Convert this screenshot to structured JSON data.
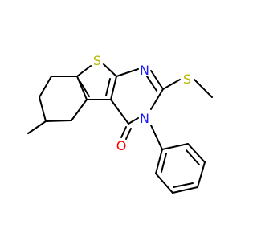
{
  "diagram": {
    "type": "chemical-structure",
    "atoms": [
      {
        "id": "s_thiophene",
        "label": "S",
        "color": "#b8b800"
      },
      {
        "id": "s_thioether",
        "label": "S",
        "color": "#b8b800"
      },
      {
        "id": "n_pyrimidine",
        "label": "N",
        "color": "#1a1aff"
      },
      {
        "id": "n_amide",
        "label": "N",
        "color": "#1a1aff"
      },
      {
        "id": "o_carbonyl",
        "label": "O",
        "color": "#ff0000"
      }
    ],
    "colors": {
      "bond": "#000000",
      "background": "#ffffff"
    }
  }
}
